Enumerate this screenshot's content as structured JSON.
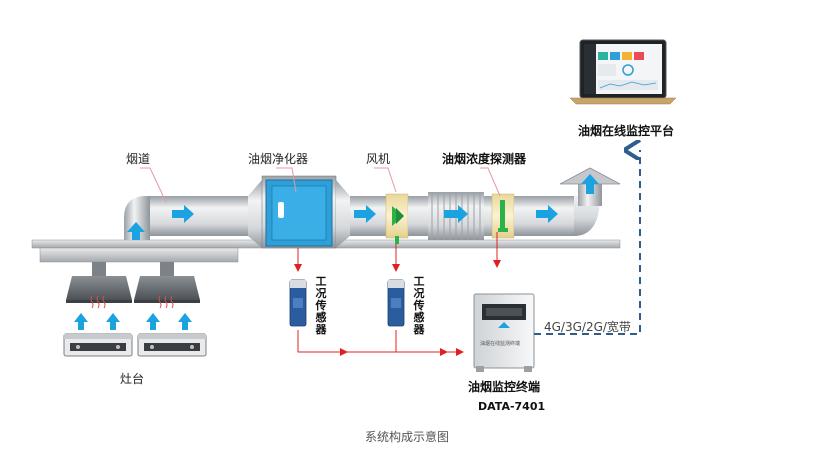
{
  "labels": {
    "duct": "烟道",
    "purifier": "油烟净化器",
    "fan": "风机",
    "detector": "油烟浓度探测器",
    "platform": "油烟在线监控平台",
    "sensor1": "工况传感器",
    "sensor2": "工况传感器",
    "stove": "灶台",
    "network": "4G/3G/2G/宽带",
    "terminal": "油烟监控终端",
    "model": "DATA-7401",
    "terminal_panel": "油烟在线监测终端"
  },
  "caption": "系统构成示意图",
  "colors": {
    "arrow_blue": "#1aa3e0",
    "red_arrow": "#e02020",
    "dash_blue": "#2e5e8c",
    "purifier_blue": "#2f9fd8",
    "detector_yellow": "#f6e7b4",
    "fan_green": "#2bb34a"
  }
}
